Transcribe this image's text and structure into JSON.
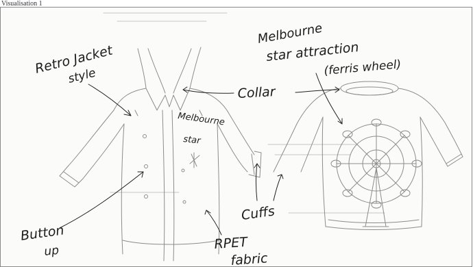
{
  "caption": "Visualisation 1",
  "annotations": {
    "retro_jacket_line1": "Retro Jacket",
    "retro_jacket_line2": "style",
    "melbourne_star_line1": "Melbourne",
    "melbourne_star_line2": "star attraction",
    "melbourne_star_line3": "(ferris wheel)",
    "collar": "Collar",
    "embroidery_line1": "Melbourne",
    "embroidery_line2": "star",
    "cuffs": "Cuffs",
    "button_up_line1": "Button",
    "button_up_line2": "up",
    "rpet_line1": "RPET",
    "rpet_line2": "fabric"
  }
}
